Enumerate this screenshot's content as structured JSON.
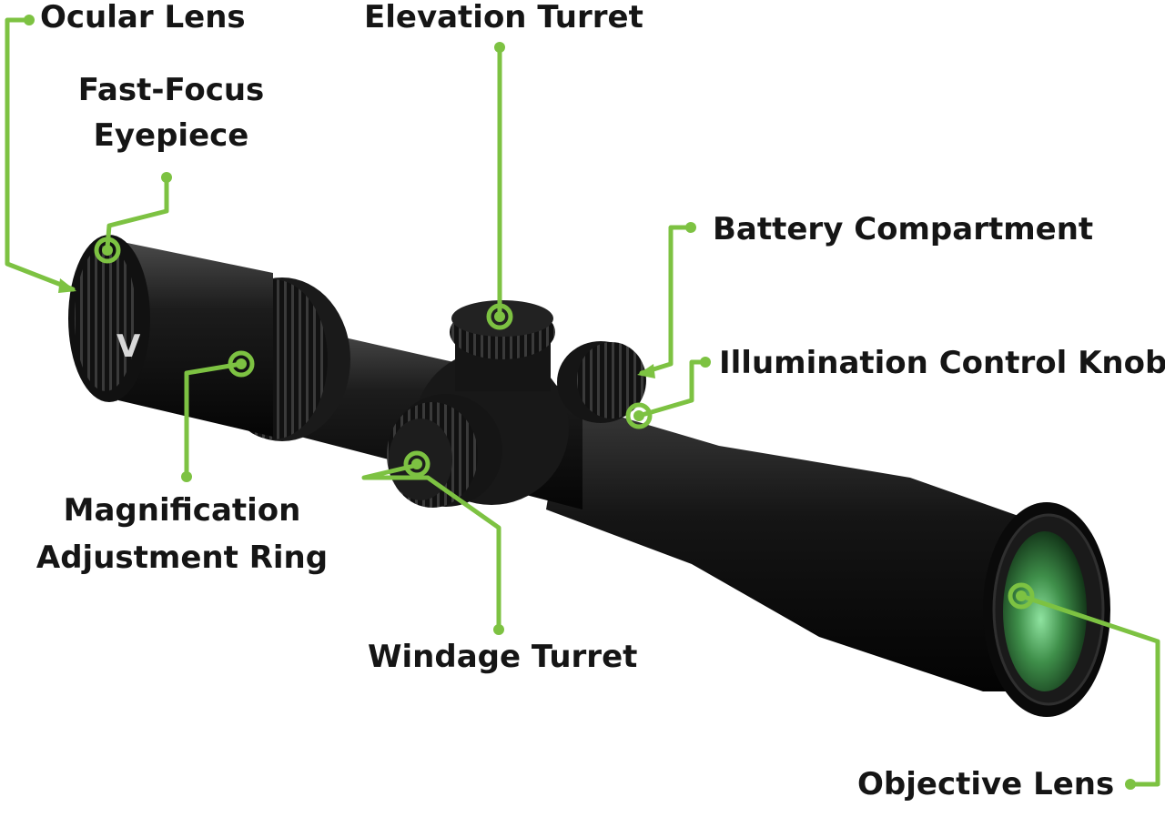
{
  "labels": {
    "ocular_lens": "Ocular Lens",
    "fast_focus_eyepiece": [
      "Fast-Focus",
      "Eyepiece"
    ],
    "elevation_turret": "Elevation Turret",
    "battery_compartment": "Battery Compartment",
    "illumination_control_knob": "Illumination Control Knob",
    "magnification_adjustment_ring": [
      "Magnification",
      "Adjustment Ring"
    ],
    "windage_turret": "Windage Turret",
    "objective_lens": "Objective Lens"
  },
  "colors": {
    "callout_green": "#7dc242",
    "scope_body": "#141414",
    "lens_green": "#3f8f4a",
    "label_text": "#151515"
  },
  "icons": {
    "brand_mark": "vortex-v-logo-icon"
  }
}
